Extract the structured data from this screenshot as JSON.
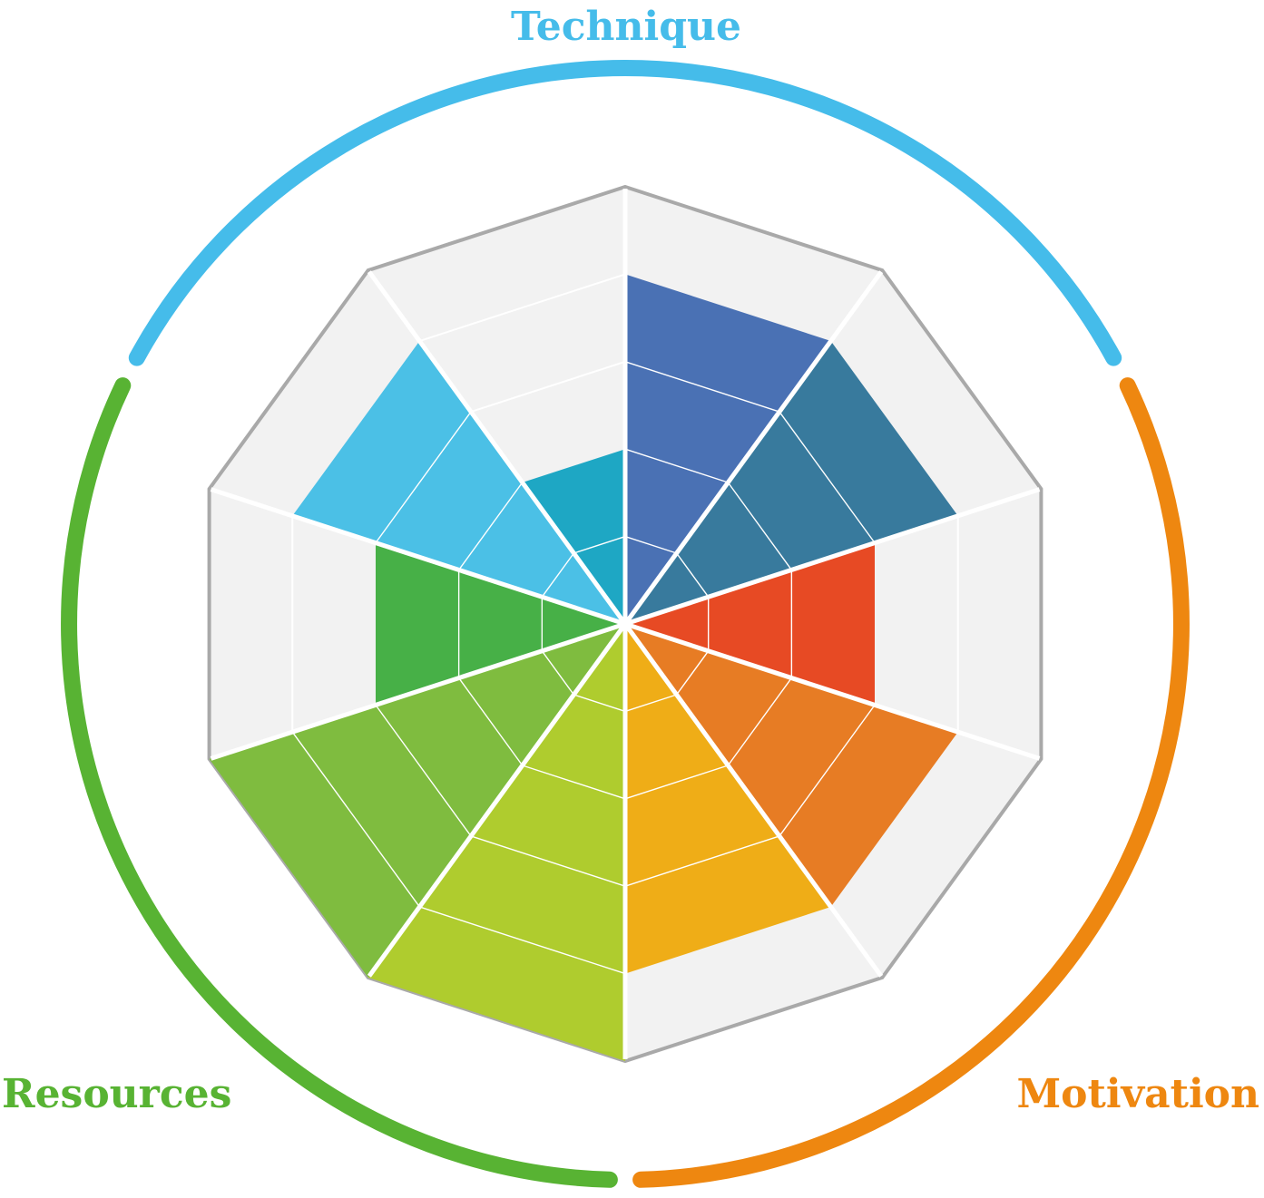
{
  "chart_data": {
    "type": "radar",
    "scale_max": 5,
    "grid": true,
    "groups": [
      {
        "name": "Technique",
        "color": "#45BCEA",
        "segments": [
          8,
          9,
          0,
          1
        ]
      },
      {
        "name": "Motivation",
        "color": "#EE8710",
        "segments": [
          2,
          3,
          4
        ]
      },
      {
        "name": "Resources",
        "color": "#58B333",
        "segments": [
          5,
          6,
          7
        ]
      }
    ],
    "segments": [
      {
        "value": 4,
        "color": "#4A71B4"
      },
      {
        "value": 4,
        "color": "#387A9D"
      },
      {
        "value": 3,
        "color": "#E74A24"
      },
      {
        "value": 4,
        "color": "#E77C24"
      },
      {
        "value": 4,
        "color": "#EFAD17"
      },
      {
        "value": 5,
        "color": "#AFCC2E"
      },
      {
        "value": 5,
        "color": "#7FBC3F"
      },
      {
        "value": 3,
        "color": "#47B047"
      },
      {
        "value": 4,
        "color": "#4BC0E6"
      },
      {
        "value": 2,
        "color": "#1EA7C4"
      }
    ]
  }
}
